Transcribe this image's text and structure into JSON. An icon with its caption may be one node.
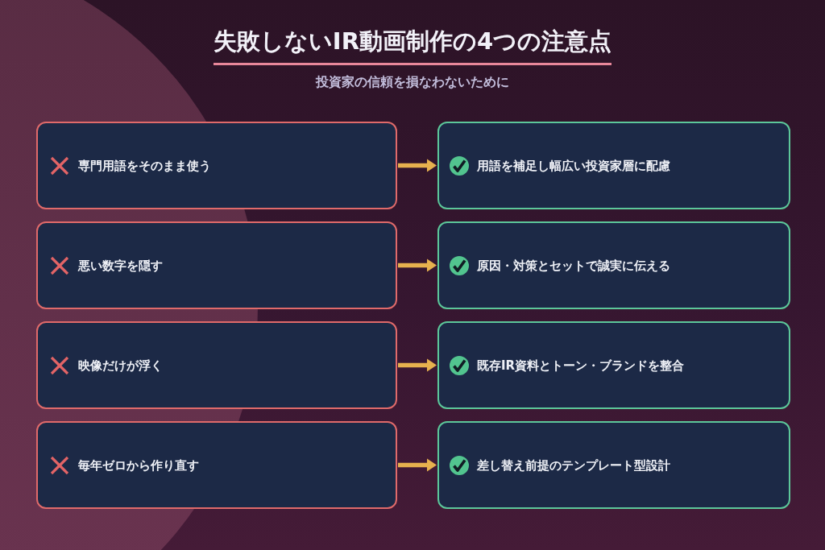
{
  "diagram": {
    "title": "失敗しないIR動画制作の4つの注意点",
    "nodes": [
      {
        "text": [
          "専門用語をそのまま使う"
        ]
      },
      {
        "text": [
          "用語を補足し幅広い投資家層に配慮"
        ]
      },
      {
        "text": [
          "悪い数字を隠す"
        ]
      },
      {
        "text": [
          "原因・対策とセットで誠実に伝える"
        ]
      },
      {
        "text": [
          "映像だけが浮く"
        ]
      },
      {
        "text": [
          "既存IR資料とトーン・ブランドを整合"
        ]
      },
      {
        "text": [
          "毎年ゼロから作り直す"
        ]
      },
      {
        "text": [
          "差し替え前提のテンプレート型設計"
        ]
      }
    ],
    "edges": [
      {
        "from": 0,
        "to": 1,
        "arrow": "to"
      },
      {
        "from": 2,
        "to": 3,
        "arrow": "to"
      },
      {
        "from": 4,
        "to": 5,
        "arrow": "to"
      },
      {
        "from": 6,
        "to": 7,
        "arrow": "to"
      }
    ],
    "labels": [
      "投資家の信頼を損なわないために"
    ]
  }
}
